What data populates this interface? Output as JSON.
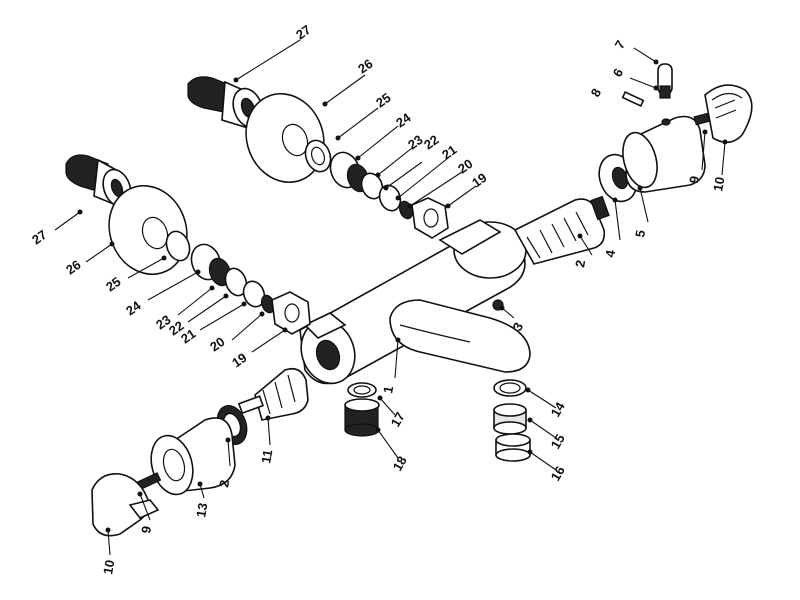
{
  "labels": {
    "c1": "1",
    "c2a": "2",
    "c2b": "2",
    "c3": "3",
    "c4": "4",
    "c5": "5",
    "c6": "6",
    "c7": "7",
    "c8": "8",
    "c9a": "9",
    "c9b": "9",
    "c10a": "10",
    "c10b": "10",
    "c11": "11",
    "c13": "13",
    "c14": "14",
    "c15": "15",
    "c16": "16",
    "c17": "17",
    "c18": "18",
    "c19a": "19",
    "c19b": "19",
    "c20a": "20",
    "c20b": "20",
    "c21a": "21",
    "c21b": "21",
    "c22a": "22",
    "c22b": "22",
    "c23a": "23",
    "c23b": "23",
    "c24a": "24",
    "c24b": "24",
    "c25a": "25",
    "c25b": "25",
    "c26a": "26",
    "c26b": "26",
    "c27a": "27",
    "c27b": "27"
  }
}
